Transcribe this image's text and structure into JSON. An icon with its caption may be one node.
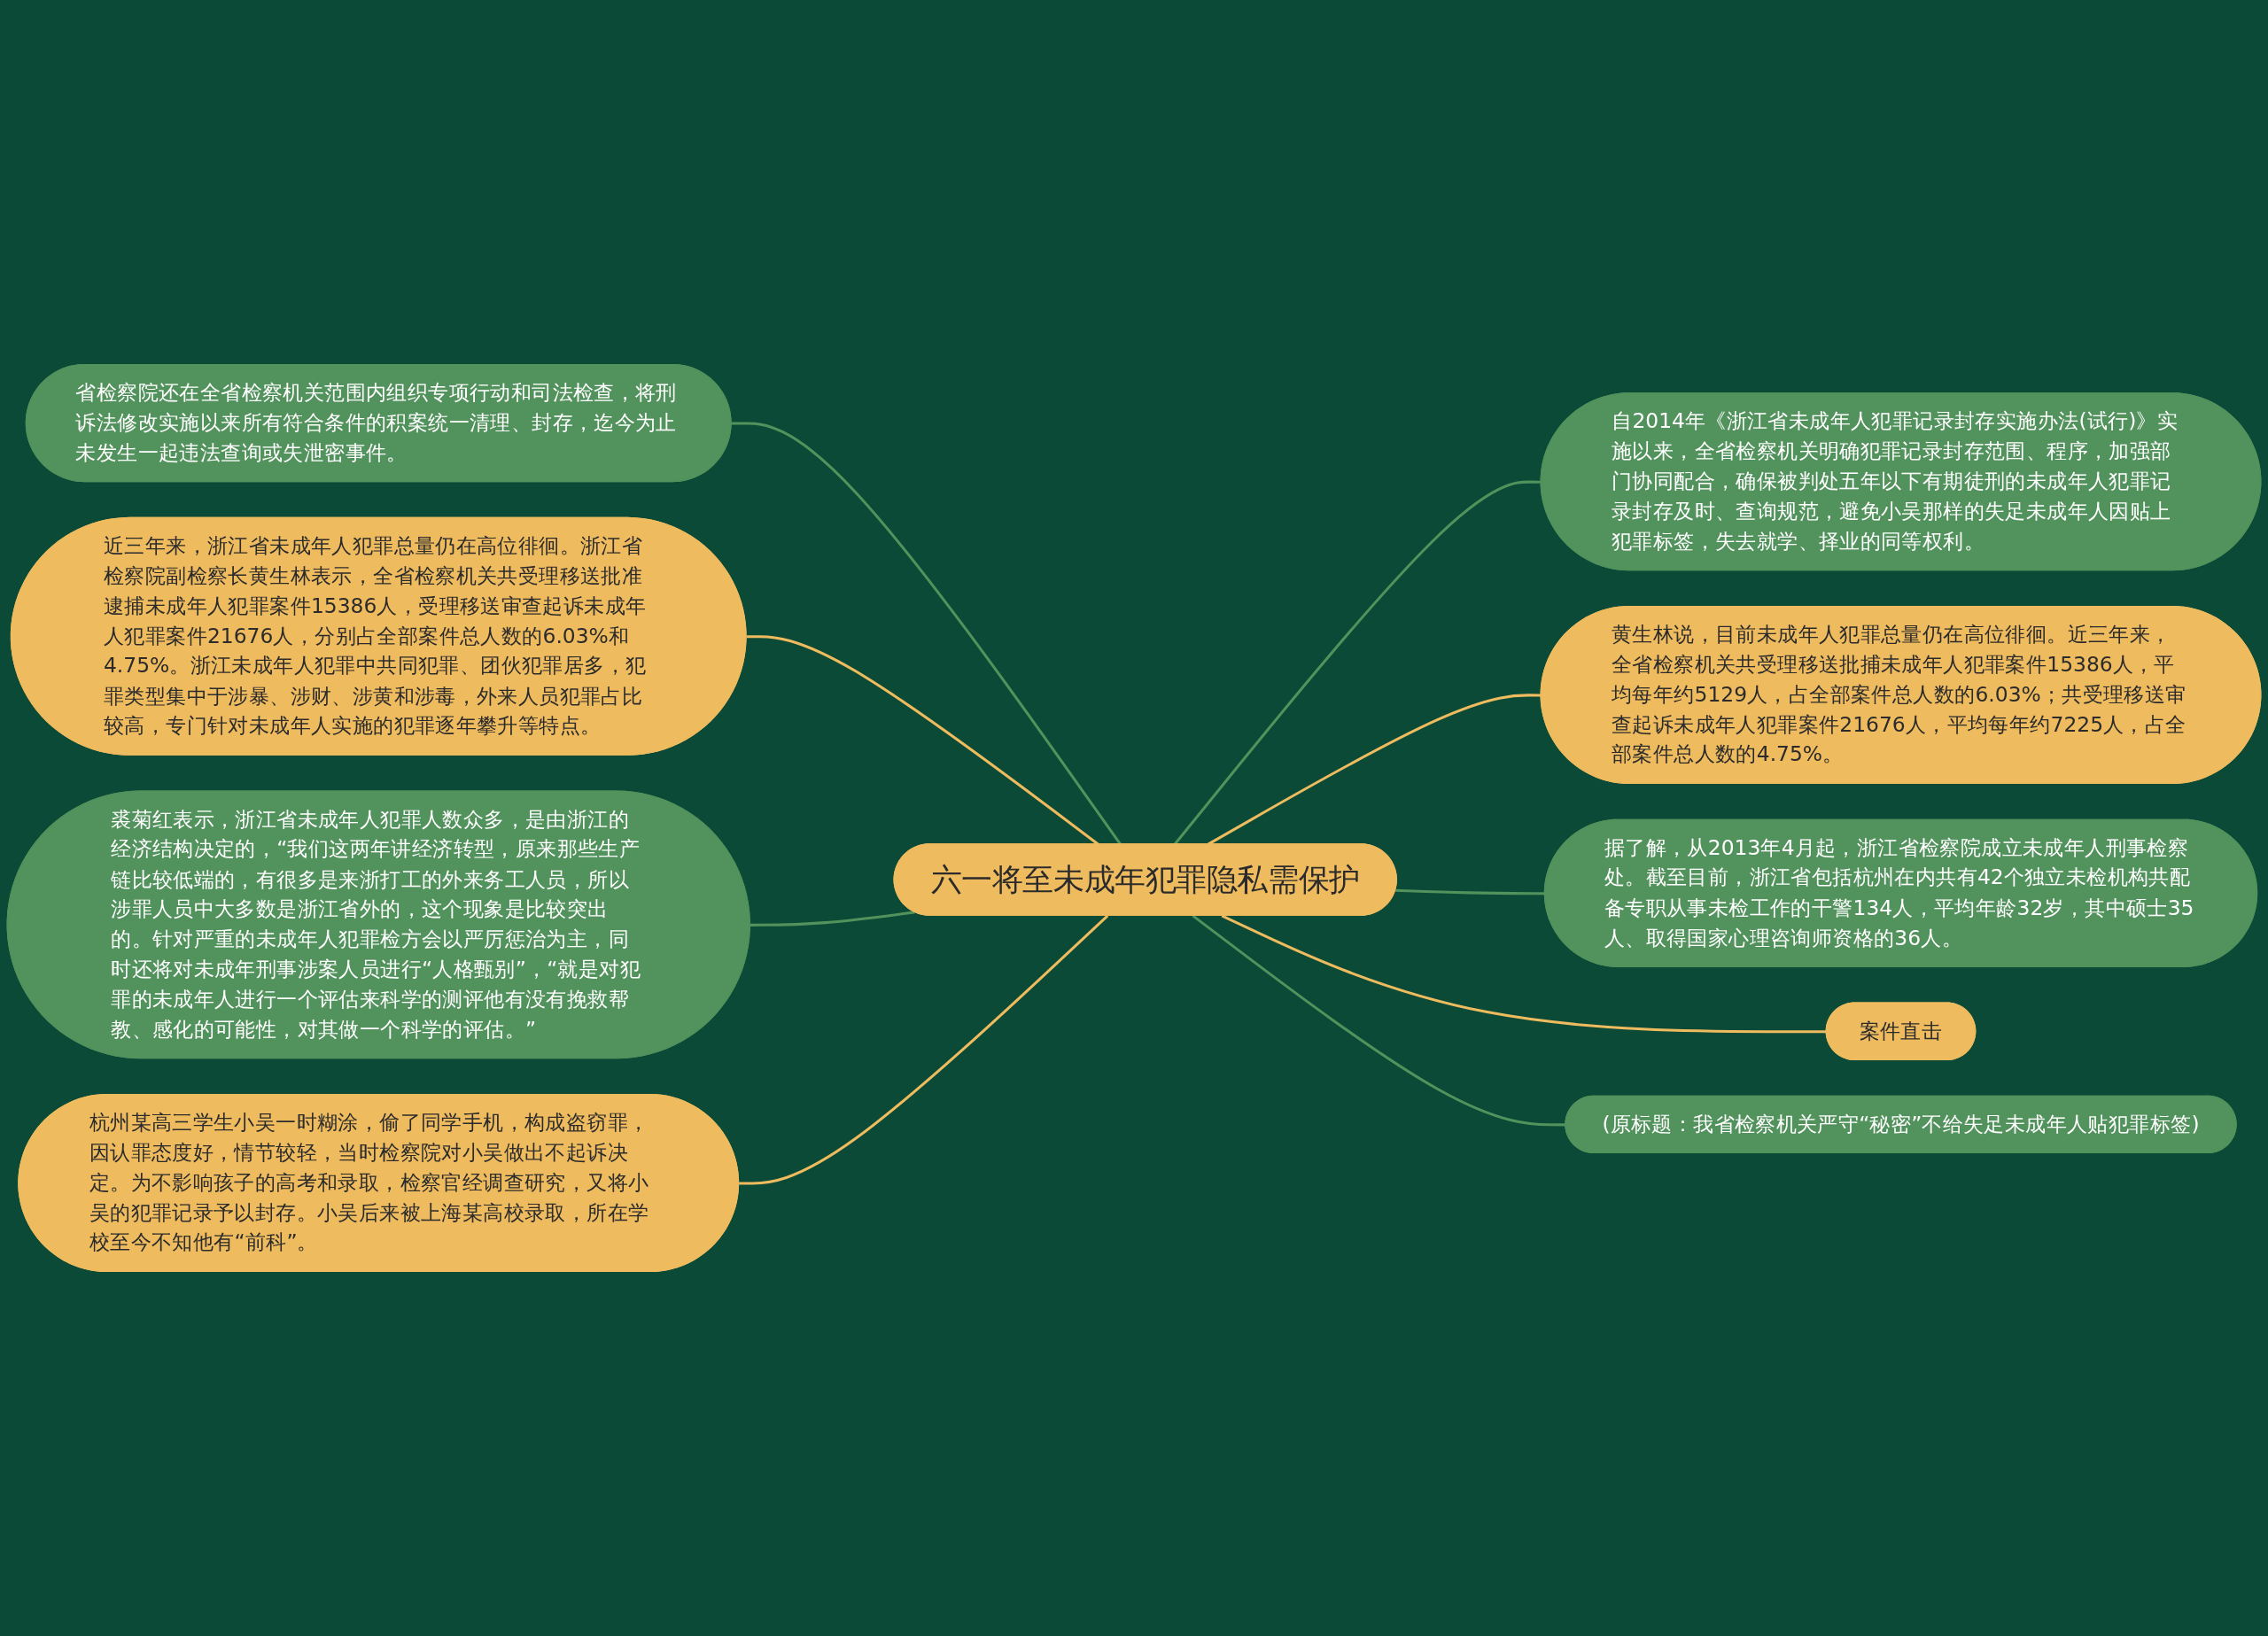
{
  "diagram": {
    "nodes": [
      {
        "text": [
          "六一将至未成年犯罪隐私需保护"
        ]
      },
      {
        "text": [
          "省检察院还在全省检察机关范围内组织专项行动和司法检查，将刑诉法修改实施以来所有符合条件的积案统一清理、封存，迄今为止未发生一起违法查询或失泄密事件。"
        ]
      },
      {
        "text": [
          "近三年来，浙江省未成年人犯罪总量仍在高位徘徊。浙江省检察院副检察长黄生林表示，全省检察机关共受理移送批准逮捕未成年人犯罪案件15386人，受理移送审查起诉未成年人犯罪案件21676人，分别占全部案件总人数的6.03%和4.75%。浙江未成年人犯罪中共同犯罪、团伙犯罪居多，犯罪类型集中于涉暴、涉财、涉黄和涉毒，外来人员犯罪占比较高，专门针对未成年人实施的犯罪逐年攀升等特点。"
        ]
      },
      {
        "text": [
          "裘菊红表示，浙江省未成年人犯罪人数众多，是由浙江的经济结构决定的，“我们这两年讲经济转型，原来那些生产链比较低端的，有很多是来浙打工的外来务工人员，所以涉罪人员中大多数是浙江省外的，这个现象是比较突出的。针对严重的未成年人犯罪检方会以严厉惩治为主，同时还将对未成年刑事涉案人员进行“人格甄别”，“就是对犯罪的未成年人进行一个评估来科学的测评他有没有挽救帮教、感化的可能性，对其做一个科学的评估。”"
        ]
      },
      {
        "text": [
          "杭州某高三学生小吴一时糊涂，偷了同学手机，构成盗窃罪，因认罪态度好，情节较轻，当时检察院对小吴做出不起诉决定。为不影响孩子的高考和录取，检察官经调查研究，又将小吴的犯罪记录予以封存。小吴后来被上海某高校录取，所在学校至今不知他有“前科”。"
        ]
      },
      {
        "text": [
          "自2014年《浙江省未成年人犯罪记录封存实施办法(试行)》实施以来，全省检察机关明确犯罪记录封存范围、程序，加强部门协同配合，确保被判处五年以下有期徒刑的未成年人犯罪记录封存及时、查询规范，避免小吴那样的失足未成年人因贴上犯罪标签，失去就学、择业的同等权利。"
        ]
      },
      {
        "text": [
          "黄生林说，目前未成年人犯罪总量仍在高位徘徊。近三年来，全省检察机关共受理移送批捕未成年人犯罪案件15386人，平均每年约5129人，占全部案件总人数的6.03%；共受理移送审查起诉未成年人犯罪案件21676人，平均每年约7225人，占全部案件总人数的4.75%。"
        ]
      },
      {
        "text": [
          "据了解，从2013年4月起，浙江省检察院成立未成年人刑事检察处。截至目前，浙江省包括杭州在内共有42个独立未检机构共配备专职从事未检工作的干警134人，平均年龄32岁，其中硕士35人、取得国家心理咨询师资格的36人。"
        ]
      },
      {
        "text": [
          "案件直击"
        ]
      },
      {
        "text": [
          "(原标题：我省检察机关严守“秘密”不给失足未成年人贴犯罪标签)"
        ]
      }
    ],
    "edges": [
      {
        "from": 1,
        "to": 0,
        "arrow": "none"
      },
      {
        "from": 2,
        "to": 0,
        "arrow": "none",
        "color": "#efbb5f"
      },
      {
        "from": 3,
        "to": 0,
        "arrow": "none"
      },
      {
        "from": 4,
        "to": 0,
        "arrow": "none",
        "color": "#efbb5f"
      },
      {
        "from": 0,
        "to": 5,
        "arrow": "none"
      },
      {
        "from": 0,
        "to": 6,
        "arrow": "none",
        "color": "#efbb5f"
      },
      {
        "from": 0,
        "to": 7,
        "arrow": "none"
      },
      {
        "from": 0,
        "to": 8,
        "arrow": "none",
        "color": "#efbb5f"
      },
      {
        "from": 0,
        "to": 9,
        "arrow": "none"
      }
    ]
  }
}
